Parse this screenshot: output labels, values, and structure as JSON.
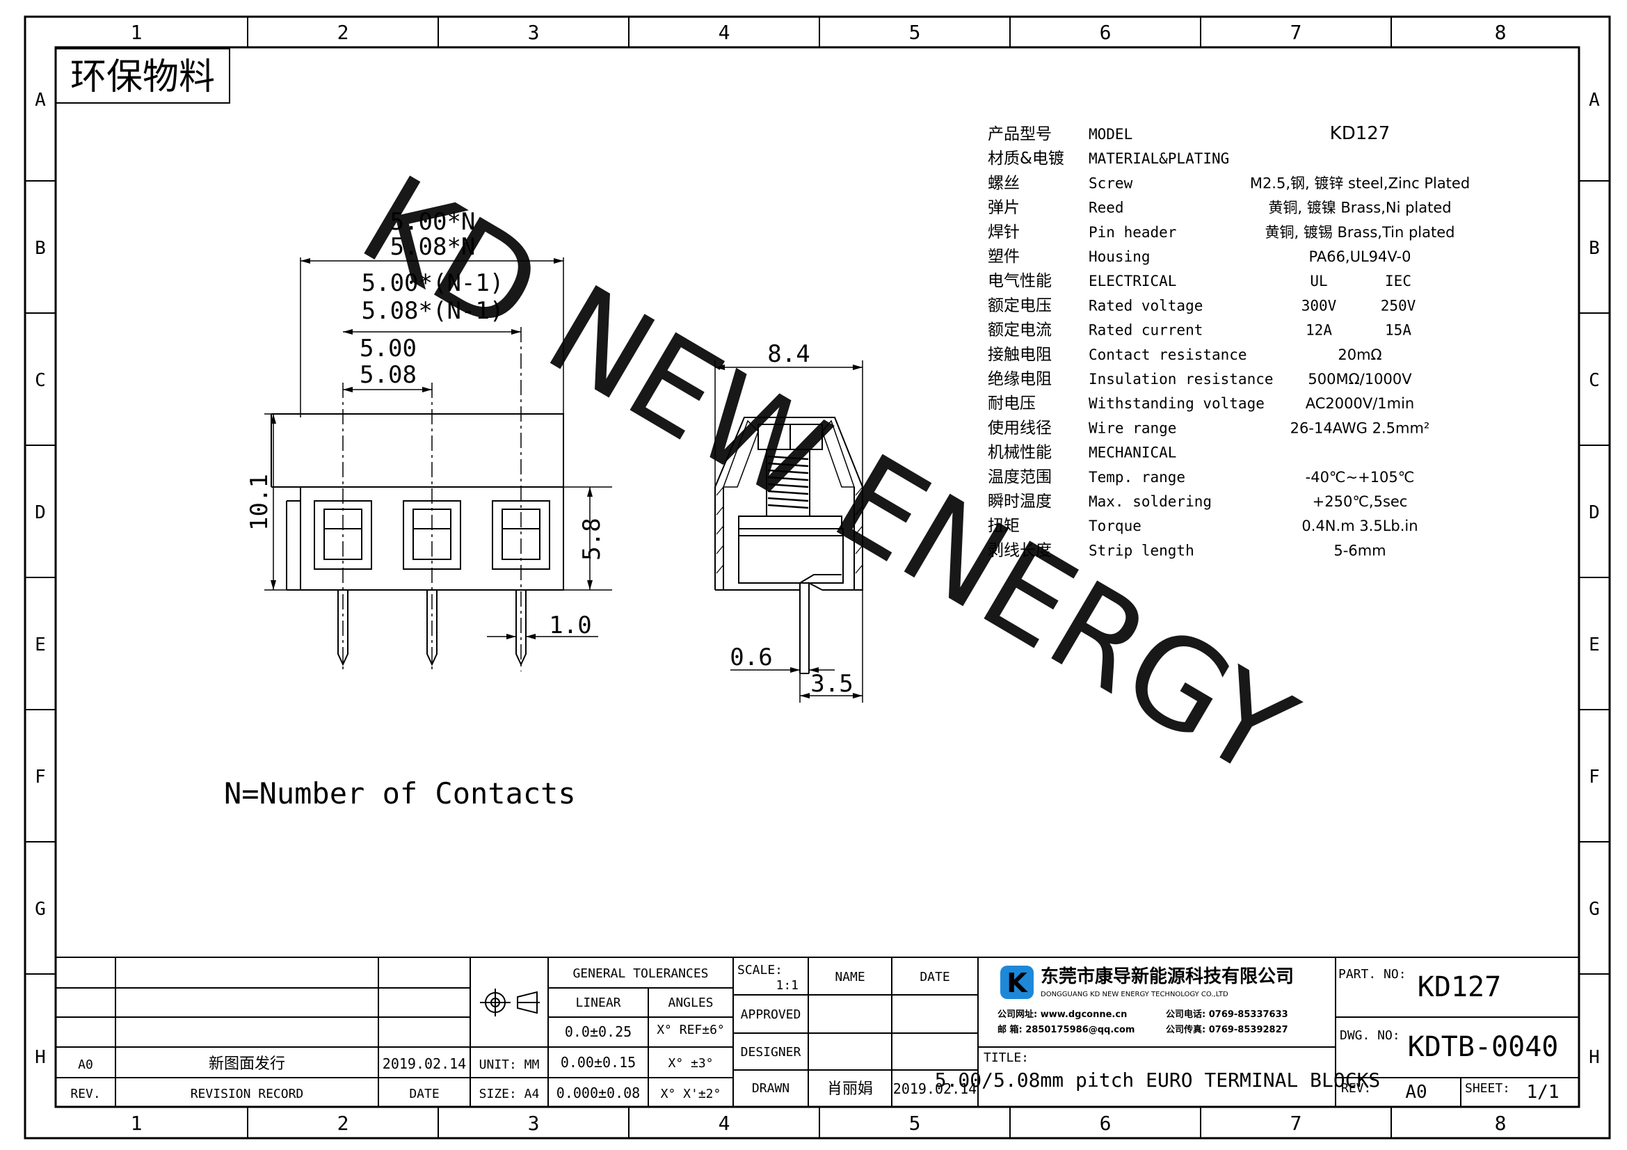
{
  "border": {
    "columns": [
      "1",
      "2",
      "3",
      "4",
      "5",
      "6",
      "7",
      "8"
    ],
    "rows": [
      "A",
      "B",
      "C",
      "D",
      "E",
      "F",
      "G",
      "H"
    ]
  },
  "stamp": "环保物料",
  "watermark": "KD NEW ENERGY",
  "dimensions": {
    "total_a": "5.00*N",
    "total_b": "5.08*N",
    "span_a": "5.00*(N-1)",
    "span_b": "5.08*(N-1)",
    "pitch_a": "5.00",
    "pitch_b": "5.08",
    "height": "10.1",
    "body_height": "5.8",
    "pin": "1.0",
    "side_width": "8.4",
    "pin_thickness": "0.6",
    "pin_offset": "3.5"
  },
  "note": "N=Number of Contacts",
  "specs": [
    {
      "cn": "产品型号",
      "en": "MODEL",
      "v1": "KD127",
      "v2": ""
    },
    {
      "cn": "材质&电镀",
      "en": "MATERIAL&PLATING",
      "v1": "",
      "v2": ""
    },
    {
      "cn": "螺丝",
      "en": "Screw",
      "v1": "M2.5,钢, 镀锌 steel,Zinc Plated",
      "v2": ""
    },
    {
      "cn": "弹片",
      "en": "Reed",
      "v1": "黄铜, 镀镍 Brass,Ni plated",
      "v2": ""
    },
    {
      "cn": "焊针",
      "en": "Pin header",
      "v1": "黄铜, 镀锡 Brass,Tin plated",
      "v2": ""
    },
    {
      "cn": "塑件",
      "en": "Housing",
      "v1": "PA66,UL94V-0",
      "v2": ""
    },
    {
      "cn": "电气性能",
      "en": "ELECTRICAL",
      "v1": "UL",
      "v2": "IEC"
    },
    {
      "cn": "额定电压",
      "en": "Rated voltage",
      "v1": "300V",
      "v2": "250V"
    },
    {
      "cn": "额定电流",
      "en": "Rated current",
      "v1": "12A",
      "v2": "15A"
    },
    {
      "cn": "接触电阻",
      "en": "Contact resistance",
      "v1": "20mΩ",
      "v2": ""
    },
    {
      "cn": "绝缘电阻",
      "en": "Insulation resistance",
      "v1": "500MΩ/1000V",
      "v2": ""
    },
    {
      "cn": "耐电压",
      "en": "Withstanding voltage",
      "v1": "AC2000V/1min",
      "v2": ""
    },
    {
      "cn": "使用线径",
      "en": "Wire range",
      "v1": "26-14AWG 2.5mm²",
      "v2": ""
    },
    {
      "cn": "机械性能",
      "en": "MECHANICAL",
      "v1": "",
      "v2": ""
    },
    {
      "cn": "温度范围",
      "en": "Temp. range",
      "v1": "-40℃~+105℃",
      "v2": ""
    },
    {
      "cn": "瞬时温度",
      "en": "Max. soldering",
      "v1": "+250℃,5sec",
      "v2": ""
    },
    {
      "cn": "扭矩",
      "en": "Torque",
      "v1": "0.4N.m  3.5Lb.in",
      "v2": ""
    },
    {
      "cn": "剥线长度",
      "en": "Strip length",
      "v1": "5-6mm",
      "v2": ""
    }
  ],
  "title_block": {
    "rev_code": "A0",
    "rev_record": "新图面发行",
    "rev_date": "2019.02.14",
    "rev_header": "REV.",
    "revision_record_header": "REVISION RECORD",
    "date_header": "DATE",
    "unit": "UNIT: MM",
    "size": "SIZE: A4",
    "general_tolerances": "GENERAL TOLERANCES",
    "linear": "LINEAR",
    "angles": "ANGLES",
    "linear_values": [
      "0.0±0.25",
      "0.00±0.15",
      "0.000±0.08"
    ],
    "angle_values": [
      "X° REF±6°",
      "X° ±3°",
      "X° X'±2°"
    ],
    "scale_label": "SCALE:",
    "scale_value": "1:1",
    "name_label": "NAME",
    "date_label": "DATE",
    "approved": "APPROVED",
    "designer": "DESIGNER",
    "drawn": "DRAWN",
    "drawn_name": "肖丽娟",
    "drawn_date": "2019.02.14",
    "company_cn": "东莞市康导新能源科技有限公司",
    "company_en": "DONGGUANG KD NEW ENERGY TECHNOLOGY CO.,LTD",
    "web": "公司网址: www.dgconne.cn",
    "phone": "公司电话: 0769-85337633",
    "email": "邮    箱: 2850175986@qq.com",
    "fax": "公司传真: 0769-85392827",
    "title_label": "TITLE:",
    "title": "5.00/5.08mm pitch EURO TERMINAL BLOCKS",
    "part_no_label": "PART. NO:",
    "part_no": "KD127",
    "dwg_no_label": "DWG. NO:",
    "dwg_no": "KDTB-0040",
    "rev_label": "REV:",
    "rev": "A0",
    "sheet_label": "SHEET:",
    "sheet": "1/1"
  },
  "colors": {
    "watermark": "#55f0f5",
    "logo": "#1e88d8"
  }
}
